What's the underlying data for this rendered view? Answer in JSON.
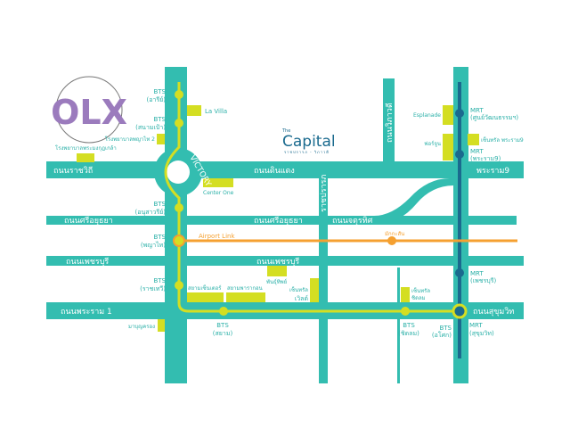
{
  "colors": {
    "road": "#33bdb0",
    "bts": "#d4de22",
    "airport": "#f5a030",
    "mrt": "#1a6a8e",
    "label": "#2bb0a8"
  },
  "logo": {
    "olx": "OLX",
    "brand_top": "The",
    "brand": "Capital",
    "brand_sub": "ราชปรารภ - วิภาวดี"
  },
  "roads": {
    "ratchawithi": "ถนนราชวิถี",
    "dindaeng": "ถนนดินแดง",
    "rama9": "พระราม9",
    "sri_ayutthaya_left": "ถนนศรีอยุธยา",
    "sri_ayutthaya_right": "ถนนศรีอยุธยา",
    "petchburi_left": "ถนนเพชรบุรี",
    "petchburi_right": "ถนนเพชรบุรี",
    "rama1": "ถนนพระราม 1",
    "sukhumvit": "ถนนสุขุมวิท",
    "vibhavadi": "ถนนวิภาวดี",
    "ratchaprarop": "ราชปรารภ",
    "chatuthit": "ถนนจตุรทิศ",
    "victory": "VICTORY"
  },
  "lines": {
    "airport_link": "Airport Link",
    "makkasan": "มักกะสัน"
  },
  "stations": {
    "ari": [
      "BTS",
      "(อารีย์)"
    ],
    "sanampao": [
      "BTS",
      "(สนามเป้า)"
    ],
    "victory": [
      "BTS",
      "(อนุสาวรีย์)"
    ],
    "phayathai": [
      "BTS",
      "(พญาไท)"
    ],
    "ratchathewi": [
      "BTS",
      "(ราชเทวี)"
    ],
    "siam": [
      "BTS",
      "(สยาม)"
    ],
    "chidlom": [
      "BTS",
      "(ชิดลม)"
    ],
    "asok": [
      "BTS",
      "(อโศก)"
    ],
    "mrt_cultural": [
      "MRT",
      "(ศูนย์วัฒนธรรมฯ)"
    ],
    "mrt_rama9": [
      "MRT",
      "(พระราม9)"
    ],
    "mrt_petchburi": [
      "MRT",
      "(เพชรบุรี)"
    ],
    "mrt_sukhumvit": [
      "MRT",
      "(สุขุมวิท)"
    ]
  },
  "places": {
    "la_villa": "La Villa",
    "phayathai2": "โรงพยาบาลพญาไท 2",
    "mongkut": "โรงพยาบาลพระมงกุฎเกล้า",
    "center_one": "Center One",
    "esplanade": "Esplanade",
    "fortune": "ฟอร์จูน",
    "central_rama9": "เซ็นทรัล พระราม9",
    "siam_center": "สยามเซ็นเตอร์",
    "siam_paragon": "สยามพารากอน",
    "mbk": "มาบุญครอง",
    "pantip": "พันธุ์ทิพย์",
    "central_world_1": "เซ็นทรัล",
    "central_world_2": "เวิลด์",
    "central_chidlom_1": "เซ็นทรัล",
    "central_chidlom_2": "ชิดลม"
  }
}
